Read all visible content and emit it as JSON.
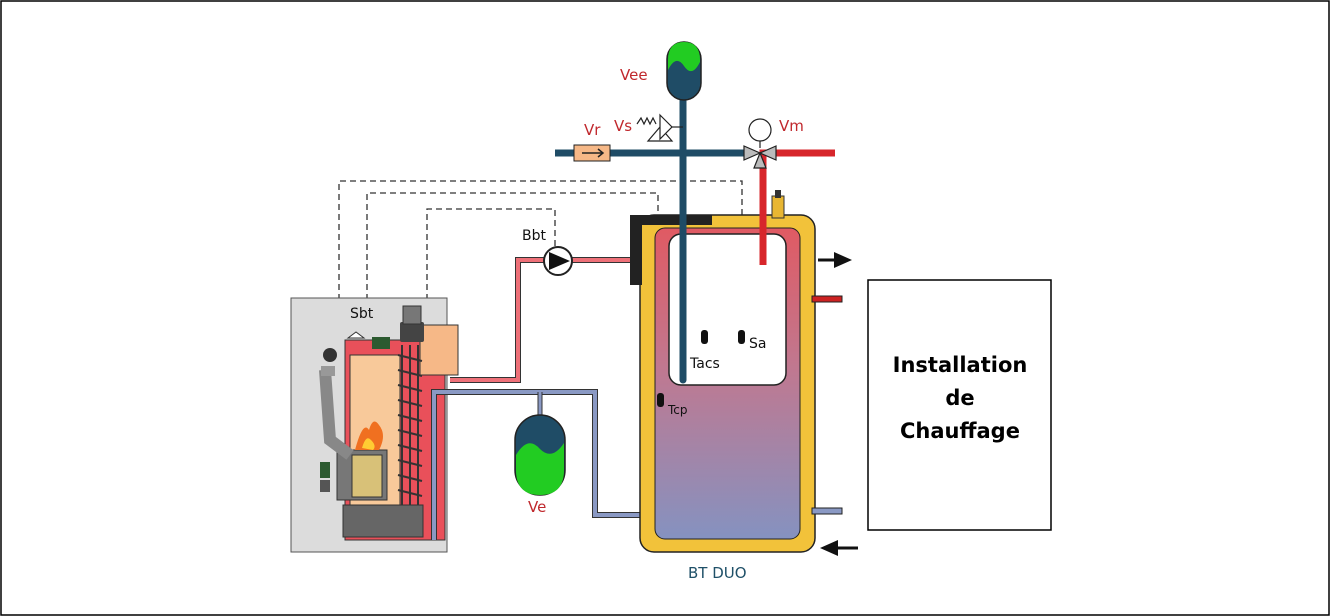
{
  "labels": {
    "vee": "Vee",
    "vr": "Vr",
    "vs": "Vs",
    "vm": "Vm",
    "bbt": "Bbt",
    "sbt": "Sbt",
    "tacs": "Tacs",
    "sa": "Sa",
    "tcp": "Tcp",
    "ve": "Ve",
    "tank": "BT DUO"
  },
  "installation": {
    "line1": "Installation",
    "line2": "de",
    "line3": "Chauffage"
  },
  "colors": {
    "hot": "#d7262b",
    "cold_water": "#1f4c66",
    "return": "#7f8fb4",
    "boiler_outline": "#e8e8e8",
    "tank_jacket": "#f2c23a",
    "label_red": "#c0282d",
    "expansion_green": "#22cc22"
  }
}
